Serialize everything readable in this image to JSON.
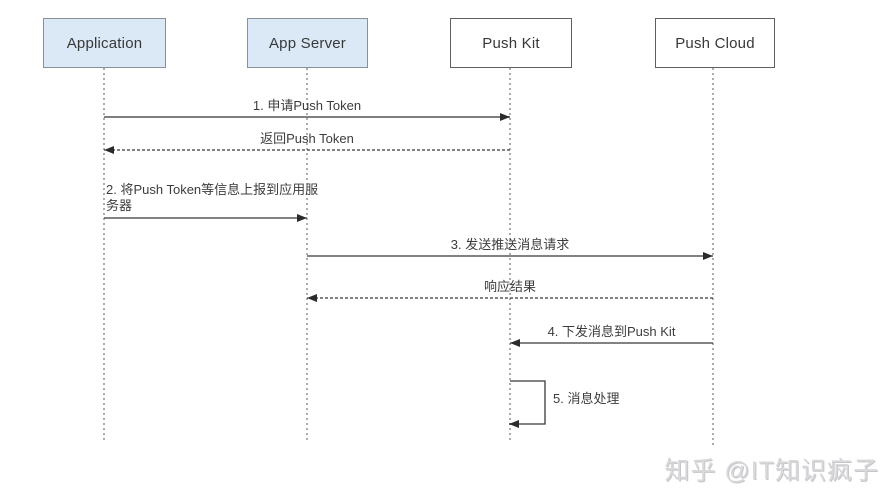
{
  "diagram": {
    "type": "sequence",
    "actors": [
      {
        "label": "Application",
        "fill": "#dbe9f6"
      },
      {
        "label": "App Server",
        "fill": "#dbe9f6"
      },
      {
        "label": "Push Kit",
        "fill": "#ffffff"
      },
      {
        "label": "Push Cloud",
        "fill": "#ffffff"
      }
    ],
    "messages": [
      {
        "label": "1. 申请Push Token",
        "from": "Application",
        "to": "Push Kit",
        "line": "solid"
      },
      {
        "label": "返回Push Token",
        "from": "Push Kit",
        "to": "Application",
        "line": "dashed"
      },
      {
        "label": "2. 将Push Token等信息上报到应用服务器",
        "from": "Application",
        "to": "App Server",
        "line": "solid"
      },
      {
        "label": "3. 发送推送消息请求",
        "from": "App Server",
        "to": "Push Cloud",
        "line": "solid"
      },
      {
        "label": "响应结果",
        "from": "Push Cloud",
        "to": "App Server",
        "line": "dashed"
      },
      {
        "label": "4. 下发消息到Push Kit",
        "from": "Push Cloud",
        "to": "Push Kit",
        "line": "solid"
      },
      {
        "label": "5. 消息处理",
        "from": "Push Kit",
        "to": "Push Kit",
        "line": "self"
      }
    ],
    "colors": {
      "actor_fill_blue": "#dbe9f6",
      "actor_border": "#5f5f5f",
      "message_line": "#383838",
      "first_message_line": "#7f7f7f",
      "text": "#3c3c3c",
      "watermark": "#d9d9dc"
    }
  },
  "watermark": {
    "text": "知乎 @IT知识疯子"
  }
}
